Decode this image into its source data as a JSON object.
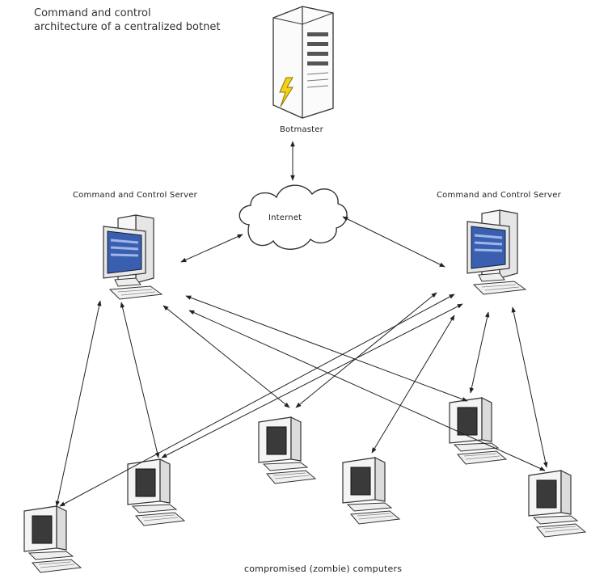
{
  "title": {
    "line1": "Command and control",
    "line2": "architecture of a centralized botnet"
  },
  "labels": {
    "botmaster": "Botmaster",
    "internet": "Internet",
    "cc_server_left": "Command and Control Server",
    "cc_server_right": "Command and Control Server",
    "zombies": "compromised (zombie) computers"
  },
  "icons": [
    "server-tower-icon",
    "lightning-icon",
    "cloud-icon",
    "desktop-computer-icon",
    "crt-monitor-icon"
  ],
  "colors": {
    "line": "#222222",
    "screen_blue": "#3a5fb0",
    "lightning": "#f2d21a",
    "case": "#f2f2f2"
  }
}
